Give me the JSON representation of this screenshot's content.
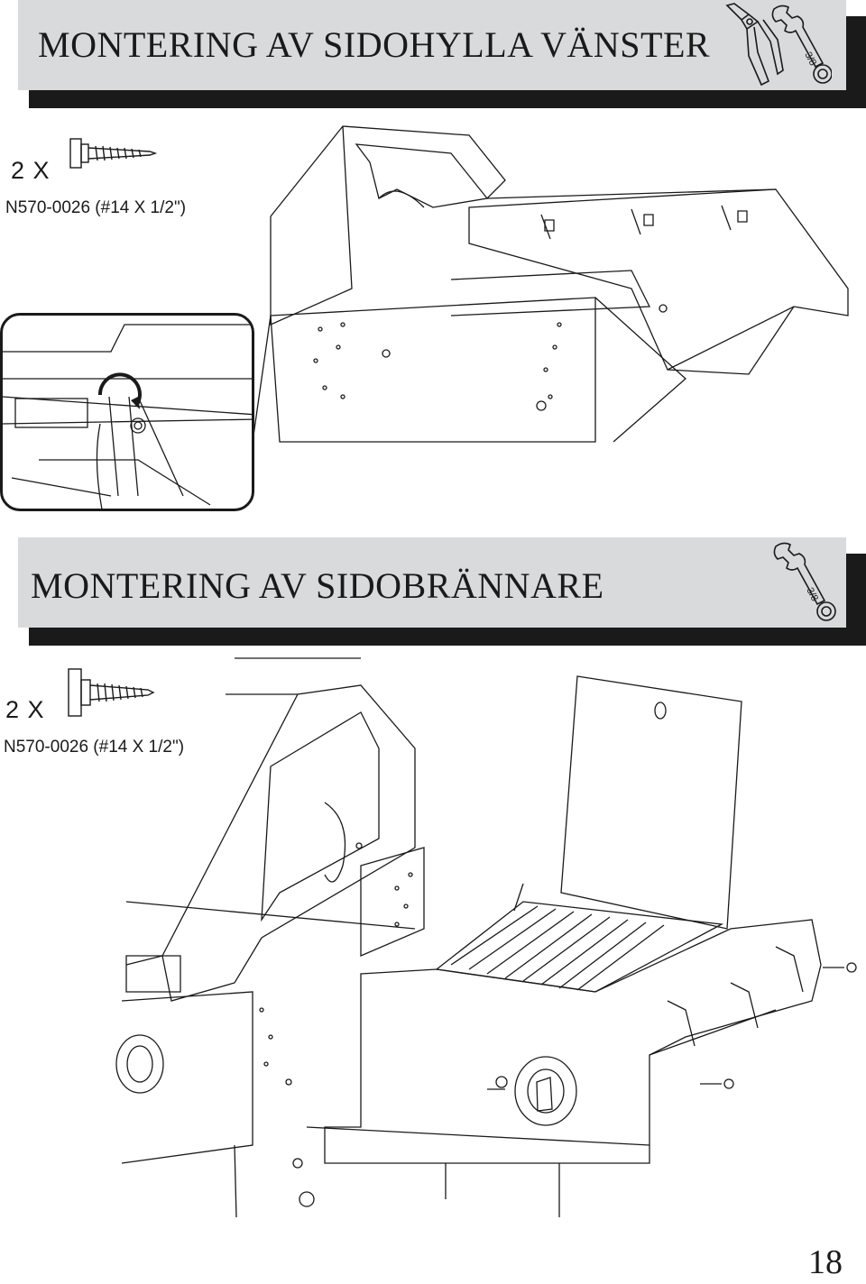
{
  "section1": {
    "title": "MONTERING AV SIDOHYLLA VÄNSTER",
    "quantity": "2 X",
    "part_number": "N570-0026 (#14 X 1/2\")",
    "wrench_size": "3/8",
    "tools": [
      "pliers-icon",
      "wrench-icon"
    ]
  },
  "section2": {
    "title": "MONTERING AV SIDOBRÄNNARE",
    "quantity": "2 X",
    "part_number": "N570-0026 (#14 X 1/2\")",
    "wrench_size": "3/8",
    "tools": [
      "wrench-icon"
    ]
  },
  "page_number": "18"
}
